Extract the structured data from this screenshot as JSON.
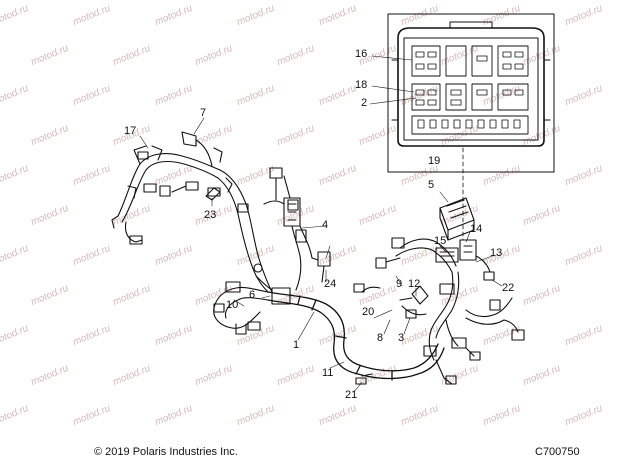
{
  "watermark": "motod.ru",
  "callouts": {
    "c1": "1",
    "c2": "2",
    "c3": "3",
    "c4": "4",
    "c5": "5",
    "c6": "6",
    "c7": "7",
    "c8": "8",
    "c9": "9",
    "c10": "10",
    "c11": "11",
    "c12": "12",
    "c13": "13",
    "c14": "14",
    "c15": "15",
    "c16": "16",
    "c17": "17",
    "c18": "18",
    "c19": "19",
    "c20": "20",
    "c21": "21",
    "c22": "22",
    "c23": "23",
    "c24": "24"
  },
  "footer": {
    "copyright": "© 2019 Polaris Industries Inc.",
    "code": "C700750"
  }
}
